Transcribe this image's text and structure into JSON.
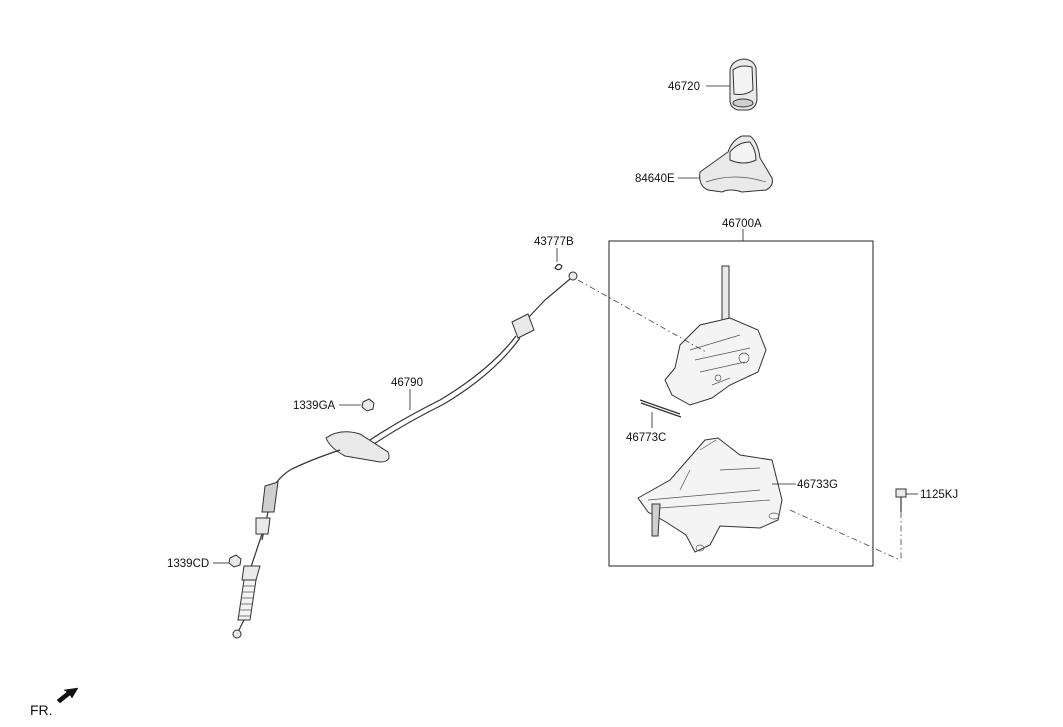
{
  "parts": {
    "p46720": "46720",
    "p84640e": "84640E",
    "p46700a": "46700A",
    "p43777b": "43777B",
    "p46790": "46790",
    "p1339ga": "1339GA",
    "p46773c": "46773C",
    "p46733g": "46733G",
    "p1125kj": "1125KJ",
    "p1339cd": "1339CD"
  },
  "front_indicator": "FR."
}
